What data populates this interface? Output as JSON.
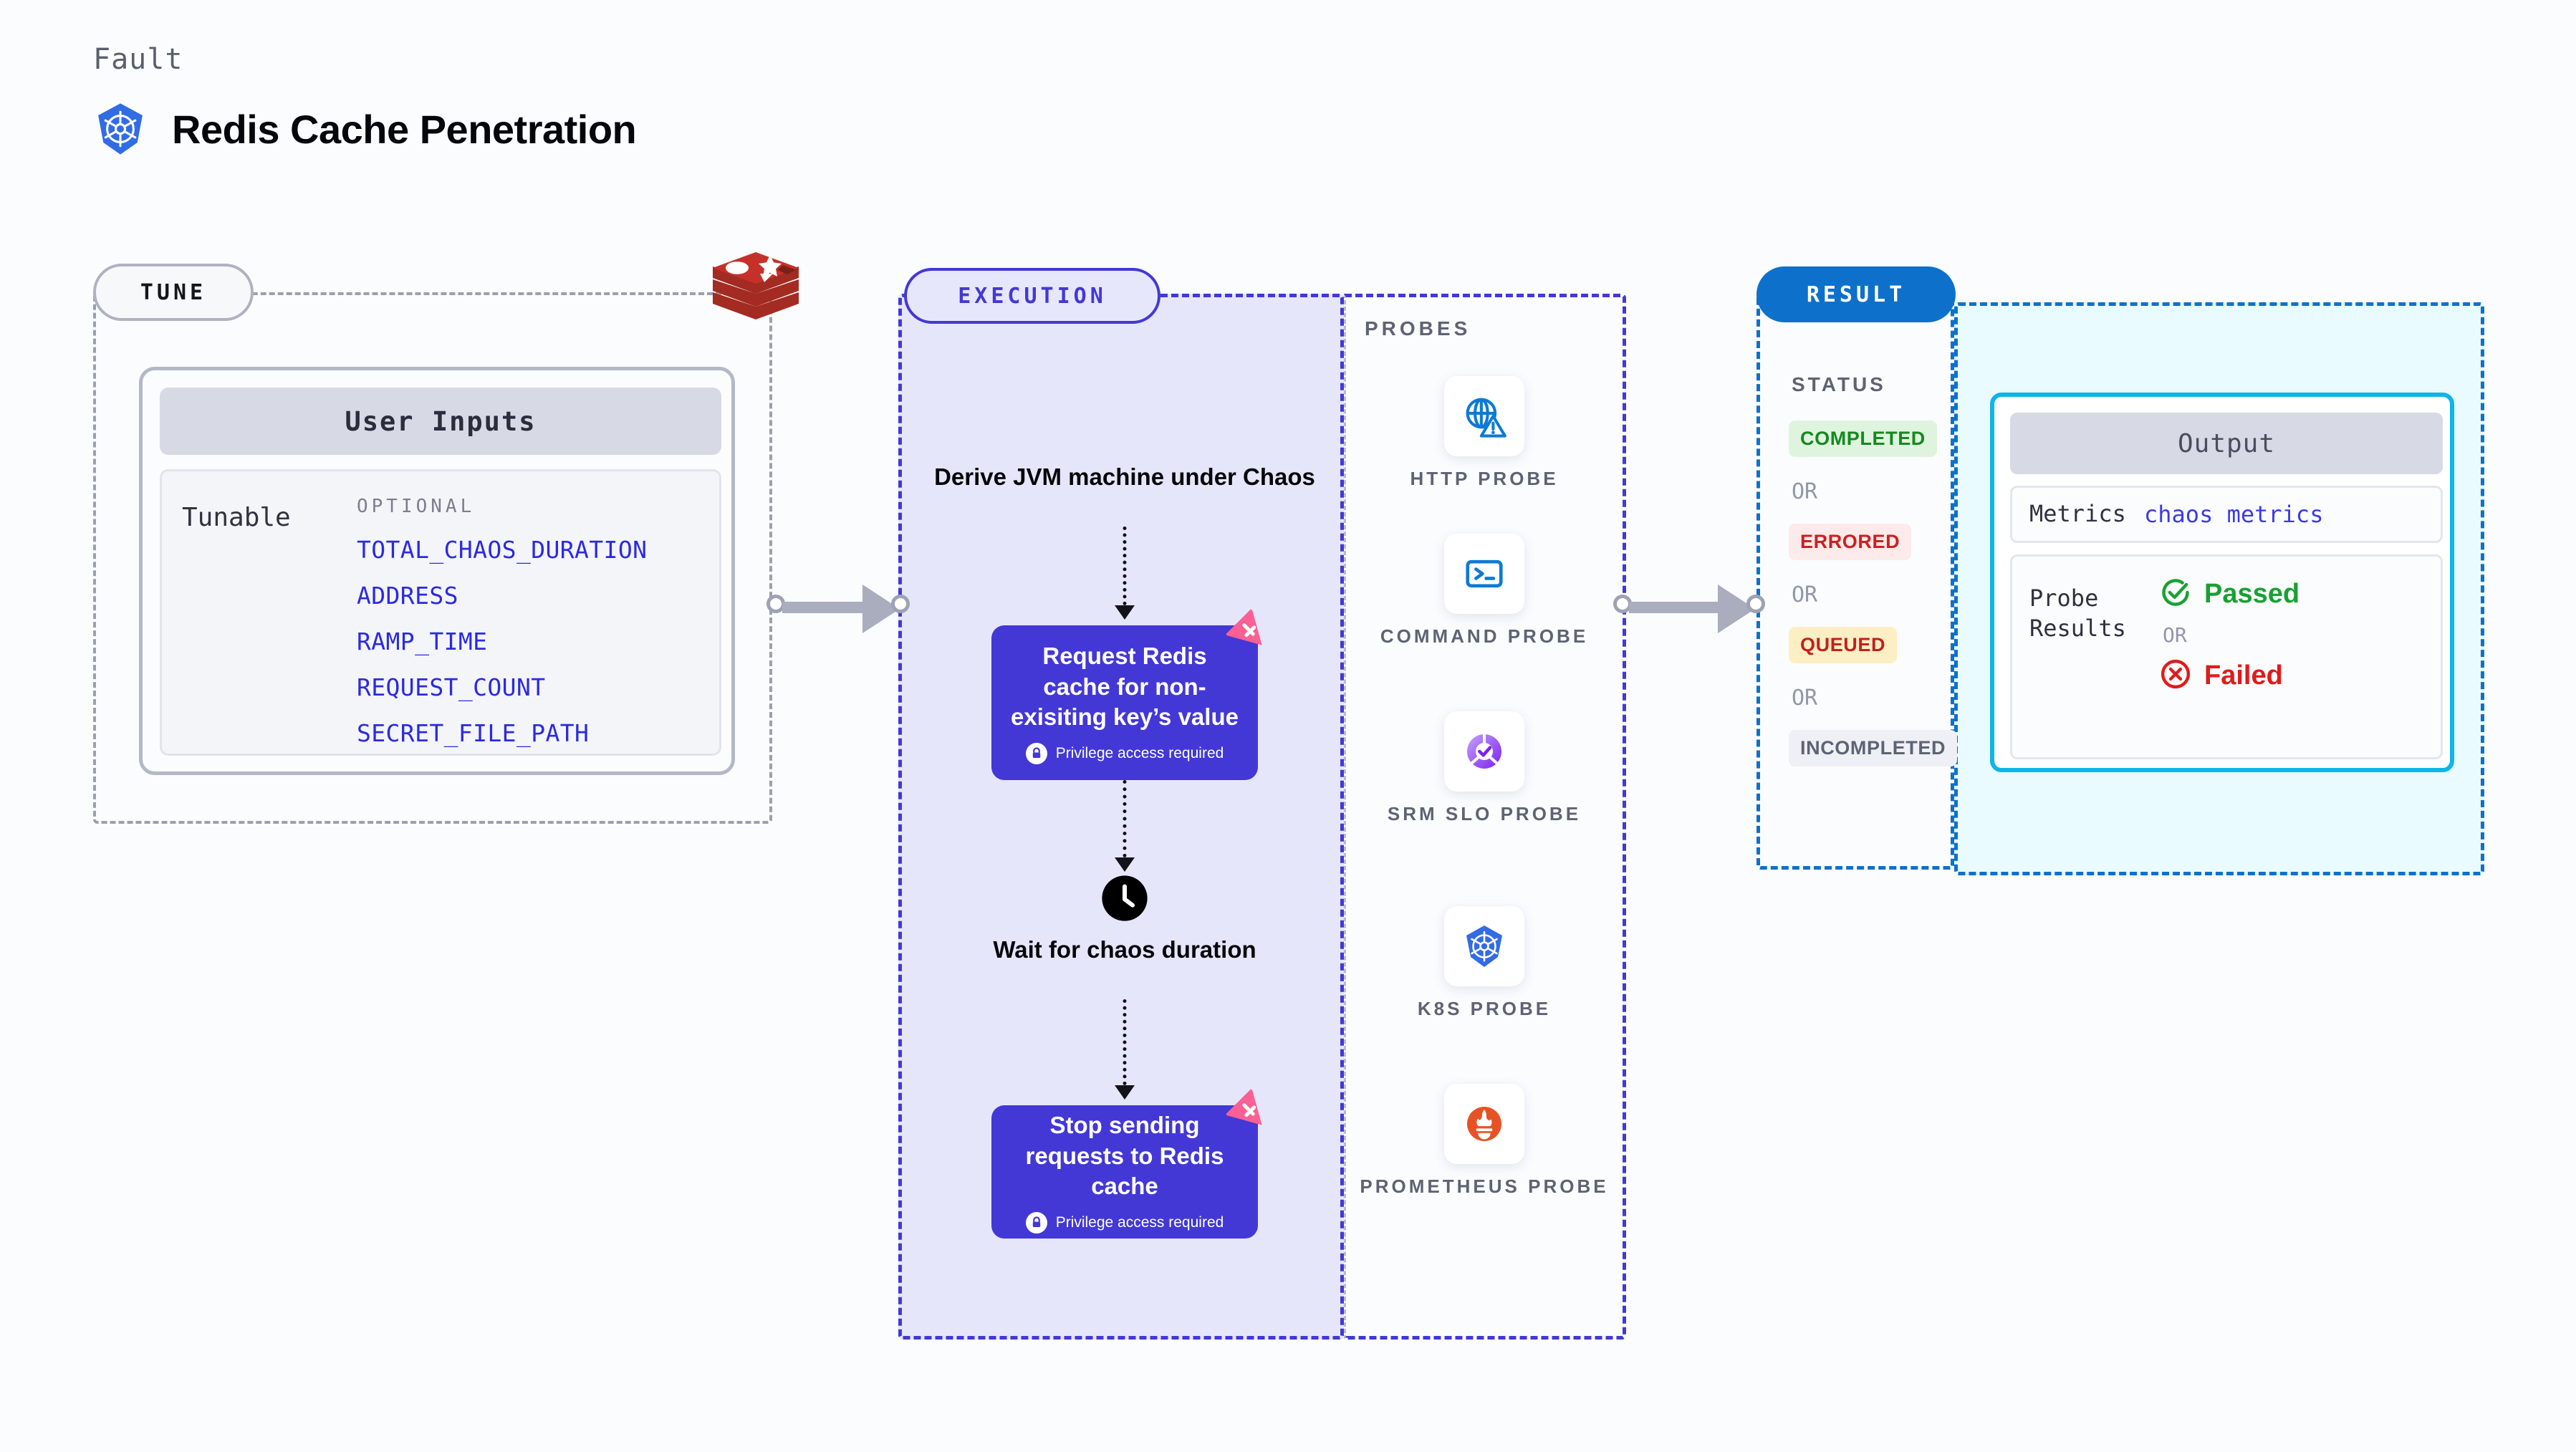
{
  "header": {
    "fault_label": "Fault",
    "title": "Redis Cache Penetration",
    "logo_icon": "kubernetes-icon"
  },
  "stages": {
    "tune": "TUNE",
    "execution": "EXECUTION",
    "result": "RESULT"
  },
  "tune": {
    "target_icon": "redis-icon",
    "user_inputs_header": "User Inputs",
    "tunable_label": "Tunable",
    "optional_header": "OPTIONAL",
    "optional_items": [
      "TOTAL_CHAOS_DURATION",
      "ADDRESS",
      "RAMP_TIME",
      "REQUEST_COUNT",
      "SECRET_FILE_PATH"
    ]
  },
  "execution": {
    "step_derive": "Derive JVM machine under Chaos",
    "action_1": {
      "title": "Request Redis cache for non-exisiting key’s value",
      "privilege_note": "Privilege access required",
      "badge_icon": "litmus-icon",
      "lock_icon": "lock-icon"
    },
    "step_wait": "Wait for chaos duration",
    "wait_icon": "clock-icon",
    "action_2": {
      "title": "Stop sending requests to Redis cache",
      "privilege_note": "Privilege access required",
      "badge_icon": "litmus-icon",
      "lock_icon": "lock-icon"
    }
  },
  "probes": {
    "title": "PROBES",
    "items": [
      {
        "label": "HTTP PROBE",
        "icon": "globe-warning-icon"
      },
      {
        "label": "COMMAND PROBE",
        "icon": "terminal-icon"
      },
      {
        "label": "SRM SLO PROBE",
        "icon": "slo-donut-check-icon"
      },
      {
        "label": "K8S PROBE",
        "icon": "kubernetes-icon"
      },
      {
        "label": "PROMETHEUS PROBE",
        "icon": "prometheus-icon"
      }
    ]
  },
  "result": {
    "status_title": "STATUS",
    "or_label": "OR",
    "statuses": [
      {
        "label": "COMPLETED",
        "bg": "#dff4df",
        "fg": "#16891f"
      },
      {
        "label": "ERRORED",
        "bg": "#fdeaea",
        "fg": "#cc2020"
      },
      {
        "label": "QUEUED",
        "bg": "#fdefc4",
        "fg": "#c22020"
      },
      {
        "label": "INCOMPLETED",
        "bg": "#eef0f5",
        "fg": "#5e6374"
      }
    ],
    "output": {
      "header": "Output",
      "metrics_key": "Metrics",
      "metrics_value": "chaos metrics",
      "probe_results_key": "Probe\nResults",
      "passed_label": "Passed",
      "passed_icon": "check-circle-icon",
      "or_label": "OR",
      "failed_label": "Failed",
      "failed_icon": "x-circle-icon"
    }
  },
  "colors": {
    "page_bg": "#fbfcfe",
    "execution_accent": "#4338d6",
    "result_accent": "#0d71cc",
    "output_accent": "#0db5e8",
    "tunable_link": "#2b2ae0",
    "redis_red": "#c6302b",
    "litmus_pink": "#fa6093"
  }
}
